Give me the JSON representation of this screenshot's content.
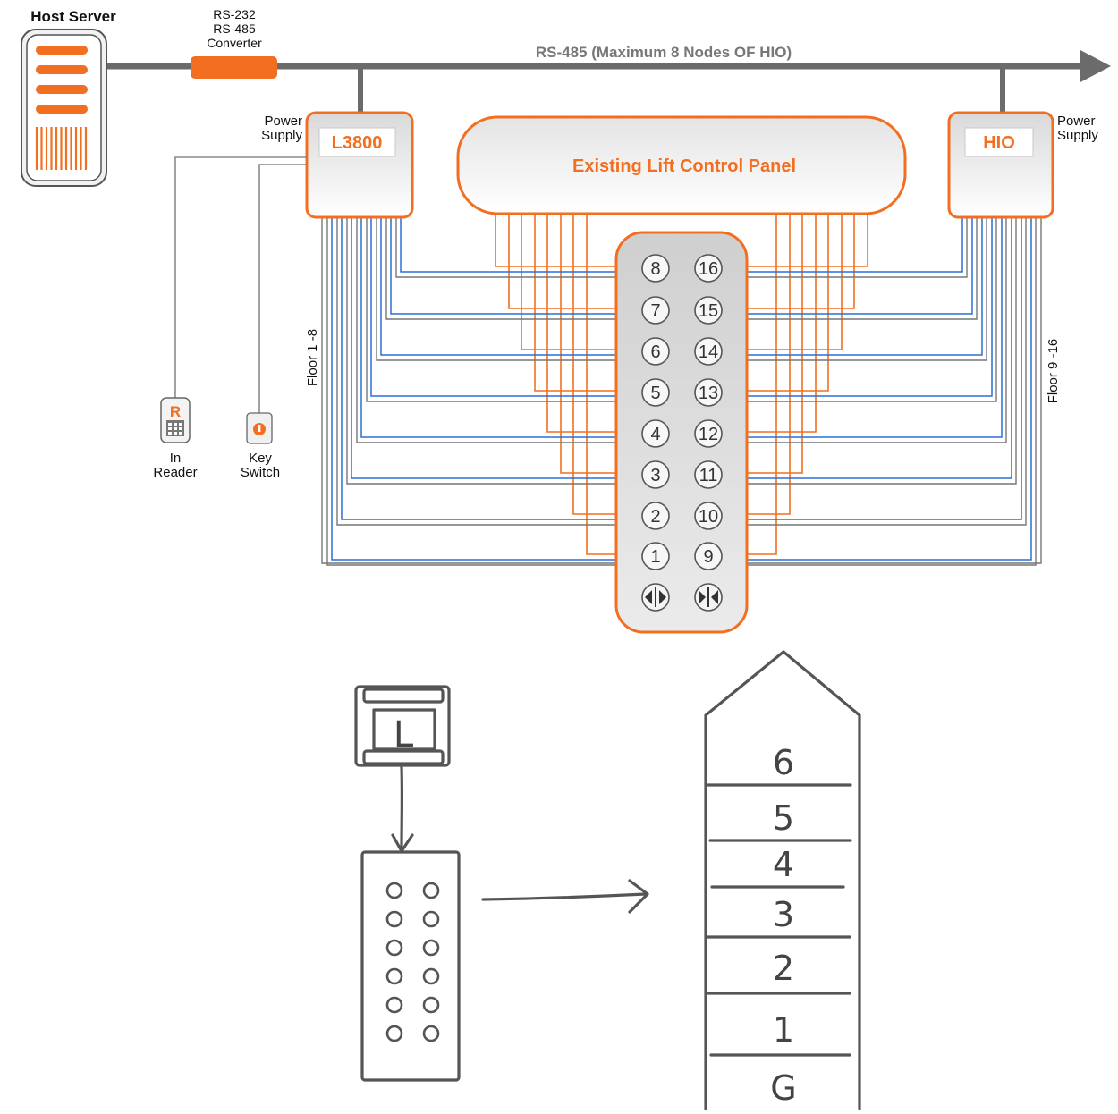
{
  "colors": {
    "accent": "#f26f21",
    "bus": "#6b6b6b",
    "wire_orange": "#f26f21",
    "wire_blue": "#2a6fd6",
    "wire_gray": "#777777",
    "panel_gray": "#d2d2d2"
  },
  "host": {
    "label": "Host Server",
    "icon": "server-icon"
  },
  "converter": {
    "line1": "RS-232",
    "line2": "RS-485",
    "line3": "Converter"
  },
  "bus": {
    "label": "RS-485 (Maximum 8 Nodes OF HIO)"
  },
  "l3800": {
    "label": "L3800",
    "power_line1": "Power",
    "power_line2": "Supply"
  },
  "hio": {
    "label": "HIO",
    "power_line1": "Power",
    "power_line2": "Supply"
  },
  "lift_panel": {
    "label": "Existing Lift Control Panel"
  },
  "reader": {
    "glyph": "R",
    "line1": "In",
    "line2": "Reader",
    "icon": "card-reader-icon"
  },
  "key_switch": {
    "line1": "Key",
    "line2": "Switch",
    "icon": "key-switch-icon"
  },
  "floor_left": "Floor 1 -8",
  "floor_right": "Floor 9 -16",
  "buttons": {
    "left": [
      "8",
      "7",
      "6",
      "5",
      "4",
      "3",
      "2",
      "1"
    ],
    "right": [
      "16",
      "15",
      "14",
      "13",
      "12",
      "11",
      "10",
      "9"
    ],
    "door_open_icon": "door-open-icon",
    "door_close_icon": "door-close-icon"
  },
  "sketch": {
    "controller": "L",
    "building_floors": [
      "6",
      "5",
      "4",
      "3",
      "2",
      "1",
      "G"
    ]
  }
}
